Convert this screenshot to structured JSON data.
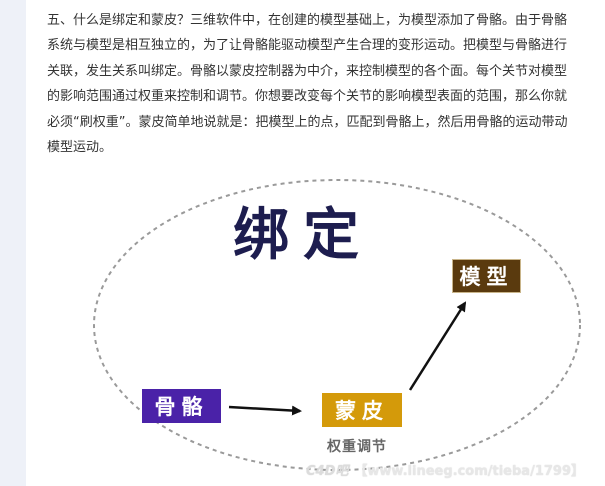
{
  "article": {
    "lines": [
      "五、什么是绑定和蒙皮？三维软件中，在创建的模型基础上，为模型添加了骨骼。由于骨骼",
      "系统与模型是相互独立的，为了让骨骼能驱动模型产生合理的变形运动。把模型与骨骼进行",
      "关联，发生关系叫绑定。骨骼以蒙皮控制器为中介，来控制模型的各个面。每个关节对模型",
      "的影响范围通过权重来控制和调节。你想要改变每个关节的影响模型表面的范围，那么你就",
      "必须“刷权重”。蒙皮简单地说就是：把模型上的点，匹配到骨骼上，然后用骨骼的运动带动",
      "模型运动。"
    ]
  },
  "diagram": {
    "title": "绑定",
    "bone_label": "骨骼",
    "skin_label": "蒙皮",
    "model_label": "模型",
    "weight_label": "权重调节",
    "colors": {
      "bone": "#4a22a8",
      "skin": "#d49a0a",
      "model": "#5a3a0e",
      "title": "#1d1d4f",
      "ellipse": "#9a9a9a"
    }
  },
  "watermark": {
    "logo": "C4D吧",
    "url": "【www.lineeg.com/tieba/1799】"
  }
}
